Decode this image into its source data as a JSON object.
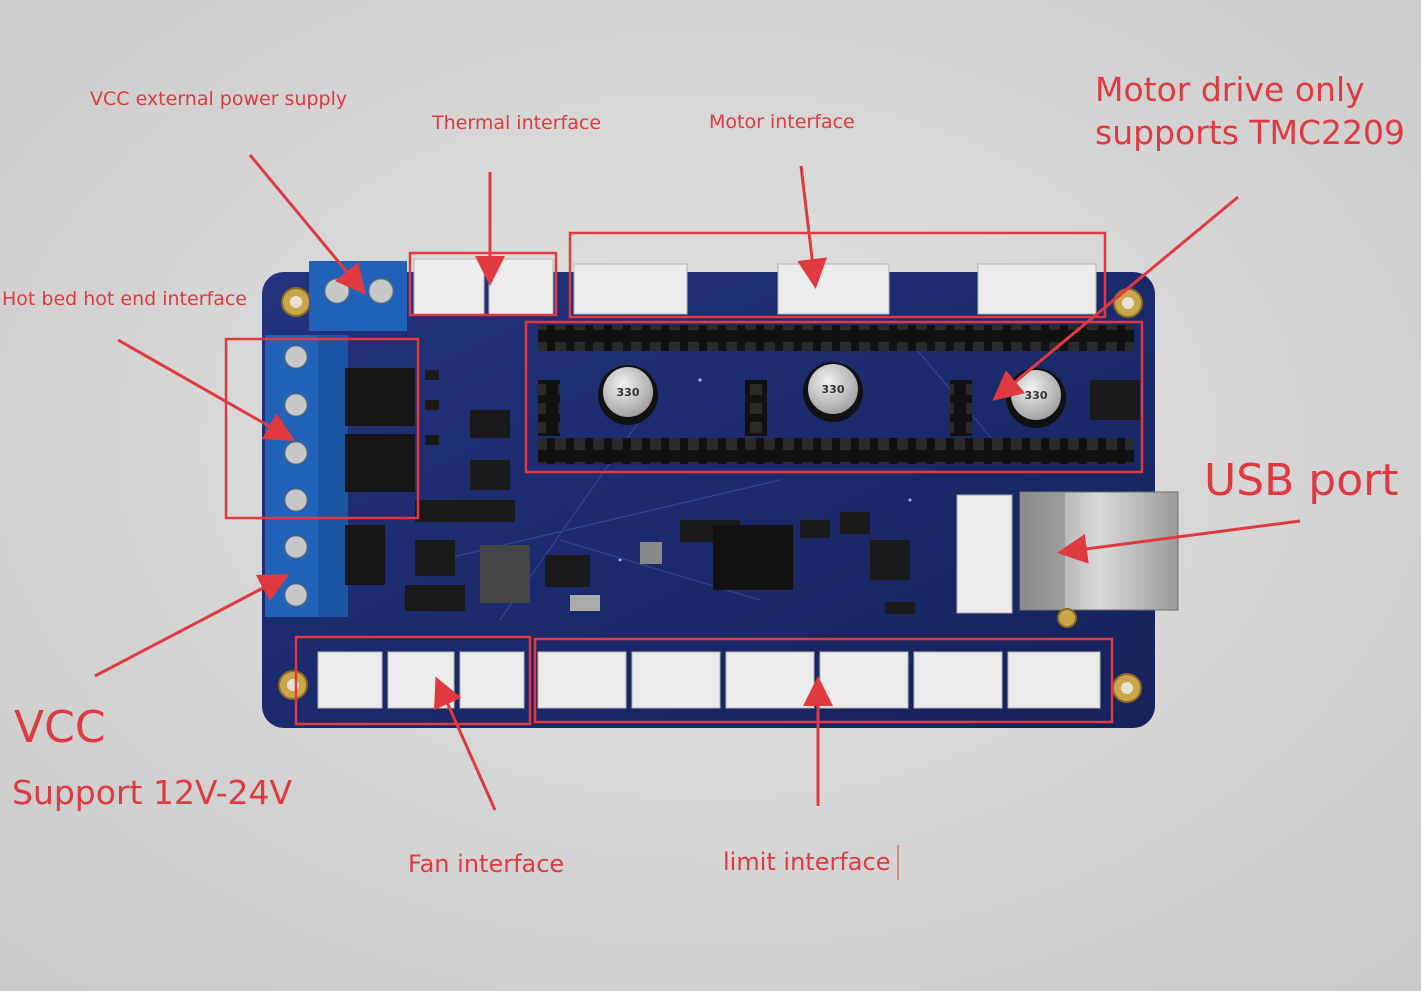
{
  "photo": {
    "background_color": "#d8d8d8",
    "board_color": "#1c2a6e",
    "terminal_color": "#1f62b8",
    "annotation_color": "#e0393f"
  },
  "labels": {
    "vcc_external": "VCC external power supply",
    "thermal": "Thermal interface",
    "motor": "Motor interface",
    "tmc_line1": "Motor drive only",
    "tmc_line2": "supports TMC2209",
    "hotbed": "Hot bed hot end interface",
    "usb": "USB port",
    "vcc": "VCC",
    "vcc_support": "Support 12V-24V",
    "fan": "Fan interface",
    "limit": "limit interface"
  },
  "capacitor_marking": "330"
}
